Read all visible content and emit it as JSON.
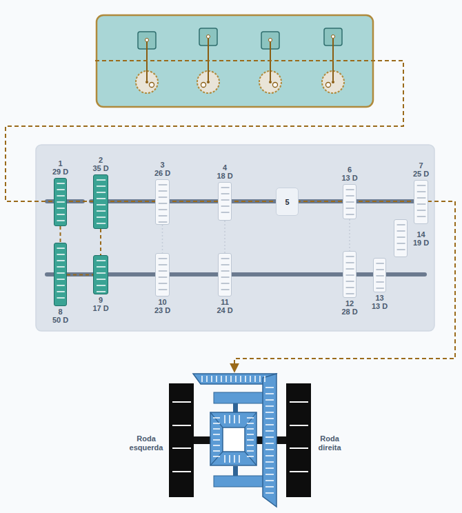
{
  "diagram": {
    "nodes": [
      {
        "text": [
          "1",
          "29 D"
        ]
      },
      {
        "text": [
          "2",
          "35 D"
        ]
      },
      {
        "text": [
          "3",
          "26 D"
        ]
      },
      {
        "text": [
          "4",
          "18 D"
        ]
      },
      {
        "text": [
          "5"
        ]
      },
      {
        "text": [
          "6",
          "13 D"
        ]
      },
      {
        "text": [
          "7",
          "25 D"
        ]
      },
      {
        "text": [
          "14",
          "19 D"
        ]
      },
      {
        "text": [
          "8",
          "50 D"
        ]
      },
      {
        "text": [
          "9",
          "17 D"
        ]
      },
      {
        "text": [
          "10",
          "23 D"
        ]
      },
      {
        "text": [
          "11",
          "24 D"
        ]
      },
      {
        "text": [
          "12",
          "28 D"
        ]
      },
      {
        "text": [
          "13",
          "13 D"
        ]
      }
    ],
    "edges": [
      {
        "from": 0,
        "to": 8,
        "arrow": "none"
      },
      {
        "from": 1,
        "to": 9,
        "arrow": "none"
      },
      {
        "from": 8,
        "to": 9,
        "arrow": "none"
      },
      {
        "from": 2,
        "to": 10,
        "arrow": "none"
      },
      {
        "from": 3,
        "to": 11,
        "arrow": "none"
      },
      {
        "from": 5,
        "to": 12,
        "arrow": "none"
      }
    ],
    "labels": [
      "Roda esquerda",
      "Roda direita"
    ]
  }
}
